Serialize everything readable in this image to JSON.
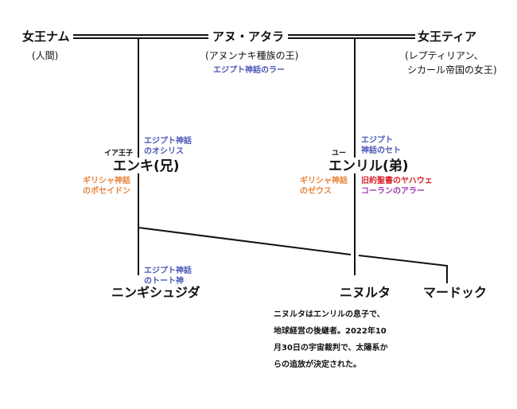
{
  "colors": {
    "blue": "#4a57b8",
    "orange": "#e8833a",
    "red": "#d8242f",
    "purple": "#a040b0"
  },
  "top": {
    "nam": {
      "name": "女王ナム",
      "sub": "(人間)"
    },
    "anu": {
      "name": "アヌ・アタラ",
      "sub": "(アヌンナキ種族の王)",
      "note": "エジプト神話のラー"
    },
    "tia": {
      "name": "女王ティア",
      "sub1": "(レプティリアン、",
      "sub2": "シカール帝国の女王)"
    }
  },
  "enki": {
    "title": "イア王子",
    "name": "エンキ(兄)",
    "egypt": [
      "エジプト神話",
      "のオシリス"
    ],
    "greek": [
      "ギリシャ神話",
      "のポセイドン"
    ]
  },
  "enlil": {
    "title": "ユー",
    "name": "エンリル(弟)",
    "egypt": [
      "エジプト",
      "神話のセト"
    ],
    "greek": [
      "ギリシャ神話",
      "のゼウス"
    ],
    "bible": "旧約聖書のヤハウェ",
    "quran": "コーランのアラー"
  },
  "children": {
    "ningishzida": {
      "name": "ニンギシュジダ",
      "egypt": [
        "エジプト神話",
        "のトート神"
      ]
    },
    "ninurta": {
      "name": "ニヌルタ"
    },
    "marduk": {
      "name": "マードック"
    }
  },
  "description": [
    "ニヌルタはエンリルの息子で、",
    "地球経営の後継者。2022年10",
    "月30日の宇宙裁判で、太陽系か",
    "らの追放が決定された。"
  ]
}
